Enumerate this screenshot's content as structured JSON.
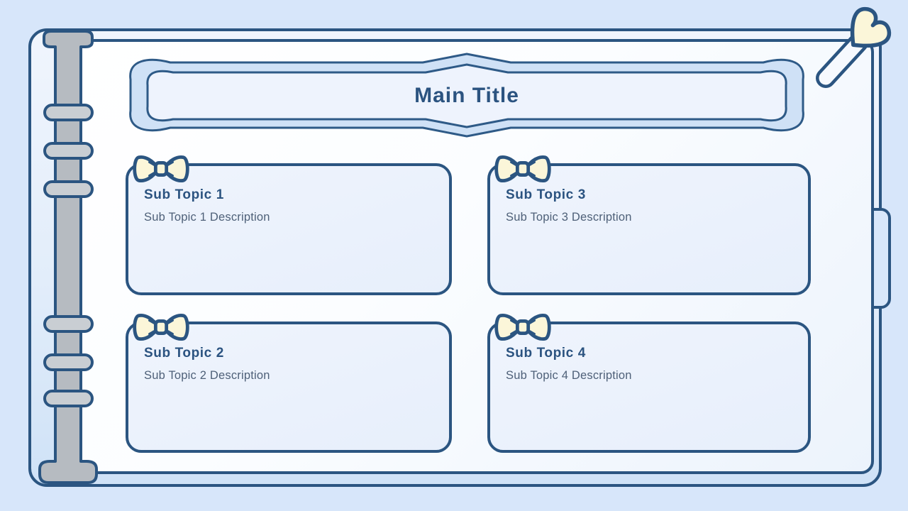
{
  "slide": {
    "title": {
      "text": "Main Title"
    },
    "cards": [
      {
        "title": "Sub Topic 1",
        "description": "Sub Topic 1 Description"
      },
      {
        "title": "Sub Topic 2",
        "description": "Sub Topic 2 Description"
      },
      {
        "title": "Sub Topic 3",
        "description": "Sub Topic 3 Description"
      },
      {
        "title": "Sub Topic 4",
        "description": "Sub Topic 4 Description"
      }
    ],
    "icons": {
      "card_decoration": "bow-icon",
      "corner_decoration": "heart-pin-icon",
      "left_edge": "binder-spine-rings"
    },
    "colors": {
      "background": "#d7e6fa",
      "outline": "#2b5581",
      "page_fill": "#fbfdff",
      "cover_fill": "#dfeafa",
      "card_fill": "#e9f0fb",
      "title_band_fill": "#cfe1f6",
      "bow_fill": "#fbf6d9",
      "spine_gray": "#b6bbc1",
      "ring_gray": "#c9ced3",
      "title_text": "#2b5380",
      "description_text": "#4e6078"
    }
  }
}
